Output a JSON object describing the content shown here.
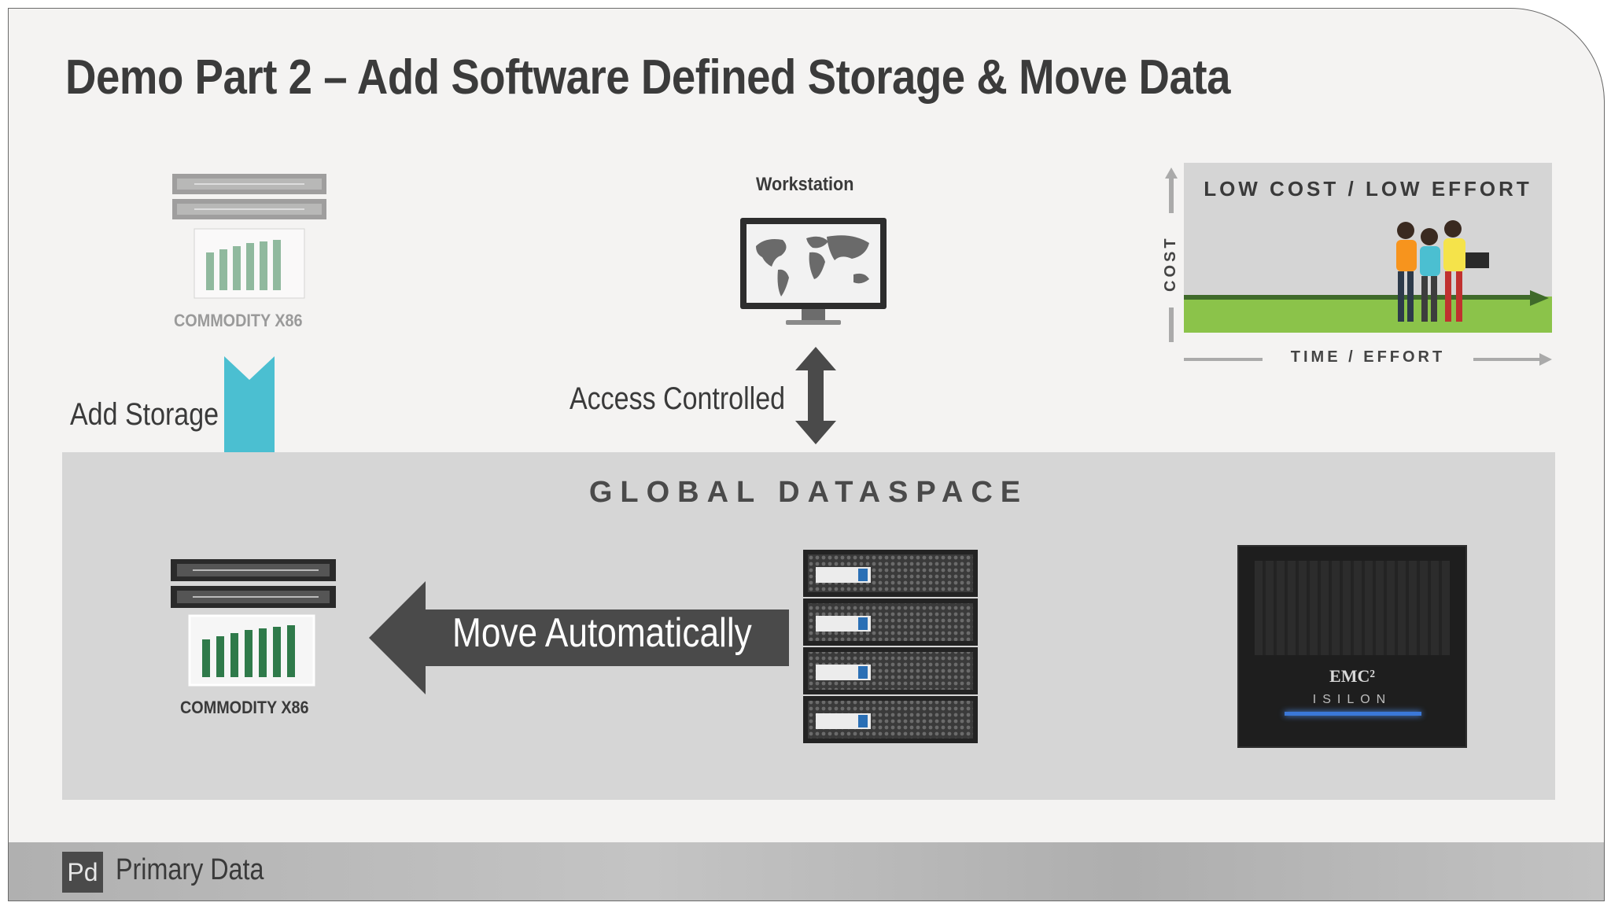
{
  "title": "Demo Part 2 – Add Software Defined Storage & Move Data",
  "labels": {
    "commodity_top": "COMMODITY X86",
    "commodity_bottom": "COMMODITY X86",
    "add_storage": "Add Storage",
    "workstation": "Workstation",
    "access_controlled": "Access Controlled",
    "global_dataspace": "GLOBAL DATASPACE",
    "move_automatically": "Move Automatically"
  },
  "cost_chart": {
    "title": "LOW COST / LOW EFFORT",
    "x_label": "TIME / EFFORT",
    "y_label": "COST"
  },
  "isilon": {
    "brand": "EMC²",
    "model": "ISILON"
  },
  "footer": {
    "logo_mark": "Pd",
    "brand": "Primary Data"
  },
  "colors": {
    "add_arrow": "#4bbfd1",
    "green_band": "#8bc34a",
    "dark_arrow": "#4a4a4a"
  }
}
